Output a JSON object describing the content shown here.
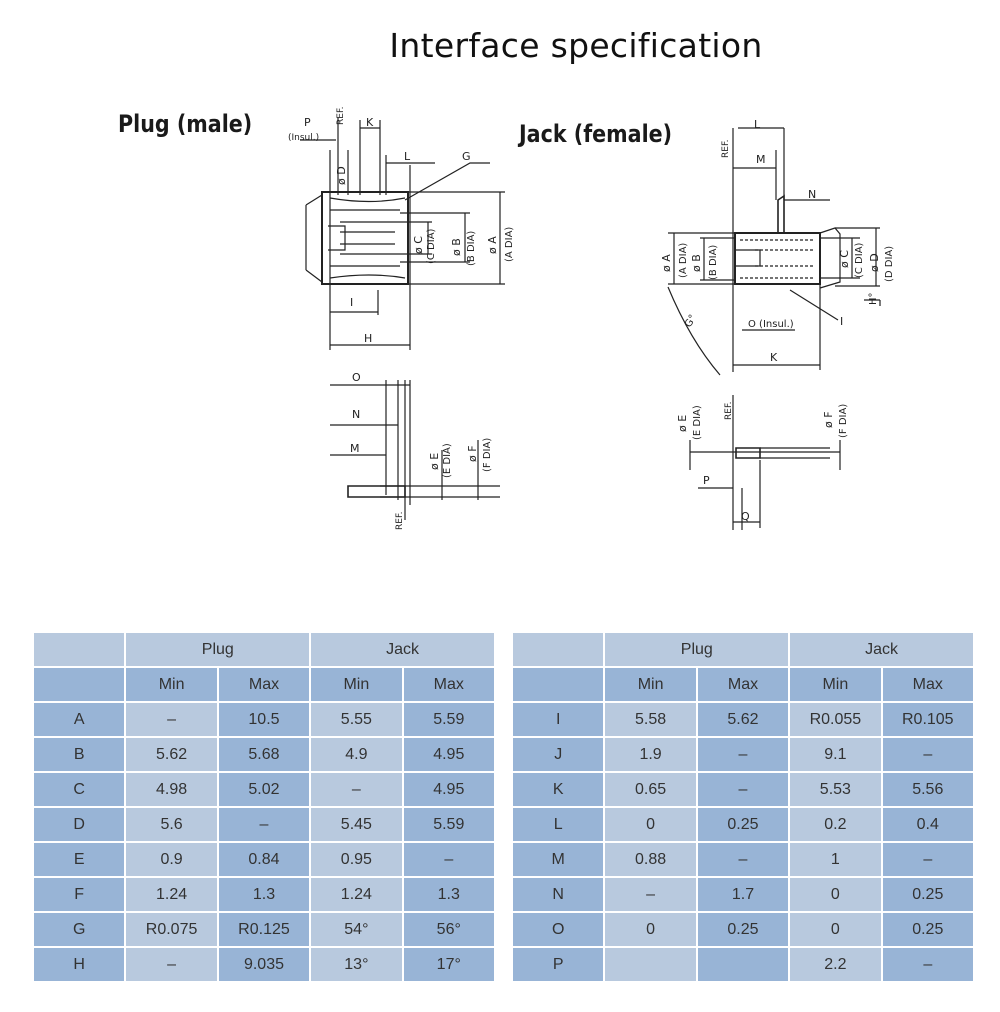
{
  "page": {
    "title": "Interface specification"
  },
  "drawings": {
    "plug": {
      "title": "Plug (male)",
      "labels": {
        "p": "P",
        "insul": "(Insul.)",
        "ref": "REF.",
        "k": "K",
        "d": "ø D",
        "l": "L",
        "g": "G",
        "c": "ø C",
        "c_dia": "(C DIA)",
        "b": "ø B",
        "b_dia": "(B DIA)",
        "a": "ø A",
        "a_dia": "(A DIA)",
        "i": "I",
        "h": "H",
        "o": "O",
        "n": "N",
        "m": "M",
        "e": "ø E",
        "e_dia": "(E DIA)",
        "f": "ø F",
        "f_dia": "(F DIA)",
        "ref2": "REF."
      }
    },
    "jack": {
      "title": "Jack (female)",
      "labels": {
        "l": "L",
        "ref": "REF.",
        "m": "M",
        "n": "N",
        "a": "ø A",
        "a_dia": "(A DIA)",
        "b": "ø B",
        "b_dia": "(B DIA)",
        "c": "ø C",
        "c_dia": "(C DIA)",
        "d": "ø D",
        "d_dia": "(D DIA)",
        "h": "H°",
        "g": "G°",
        "o_insul": "O (Insul.)",
        "i": "I",
        "k": "K",
        "e": "ø E",
        "e_dia": "(E DIA)",
        "ref2": "REF.",
        "f": "ø F",
        "f_dia": "(F DIA)",
        "p": "P",
        "q": "Q"
      }
    }
  },
  "tables": [
    {
      "group1": "Plug",
      "group2": "Jack",
      "sub": [
        "Min",
        "Max",
        "Min",
        "Max"
      ],
      "rows": [
        {
          "label": "A",
          "cells": [
            "–",
            "10.5",
            "5.55",
            "5.59"
          ]
        },
        {
          "label": "B",
          "cells": [
            "5.62",
            "5.68",
            "4.9",
            "4.95"
          ]
        },
        {
          "label": "C",
          "cells": [
            "4.98",
            "5.02",
            "–",
            "4.95"
          ]
        },
        {
          "label": "D",
          "cells": [
            "5.6",
            "–",
            "5.45",
            "5.59"
          ]
        },
        {
          "label": "E",
          "cells": [
            "0.9",
            "0.84",
            "0.95",
            "–"
          ]
        },
        {
          "label": "F",
          "cells": [
            "1.24",
            "1.3",
            "1.24",
            "1.3"
          ]
        },
        {
          "label": "G",
          "cells": [
            "R0.075",
            "R0.125",
            "54°",
            "56°"
          ]
        },
        {
          "label": "H",
          "cells": [
            "–",
            "9.035",
            "13°",
            "17°"
          ]
        }
      ]
    },
    {
      "group1": "Plug",
      "group2": "Jack",
      "sub": [
        "Min",
        "Max",
        "Min",
        "Max"
      ],
      "rows": [
        {
          "label": "I",
          "cells": [
            "5.58",
            "5.62",
            "R0.055",
            "R0.105"
          ]
        },
        {
          "label": "J",
          "cells": [
            "1.9",
            "–",
            "9.1",
            "–"
          ]
        },
        {
          "label": "K",
          "cells": [
            "0.65",
            "–",
            "5.53",
            "5.56"
          ]
        },
        {
          "label": "L",
          "cells": [
            "0",
            "0.25",
            "0.2",
            "0.4"
          ]
        },
        {
          "label": "M",
          "cells": [
            "0.88",
            "–",
            "1",
            "–"
          ]
        },
        {
          "label": "N",
          "cells": [
            "–",
            "1.7",
            "0",
            "0.25"
          ]
        },
        {
          "label": "O",
          "cells": [
            "0",
            "0.25",
            "0",
            "0.25"
          ]
        },
        {
          "label": "P",
          "cells": [
            "",
            "",
            "2.2",
            "–"
          ]
        }
      ]
    }
  ]
}
